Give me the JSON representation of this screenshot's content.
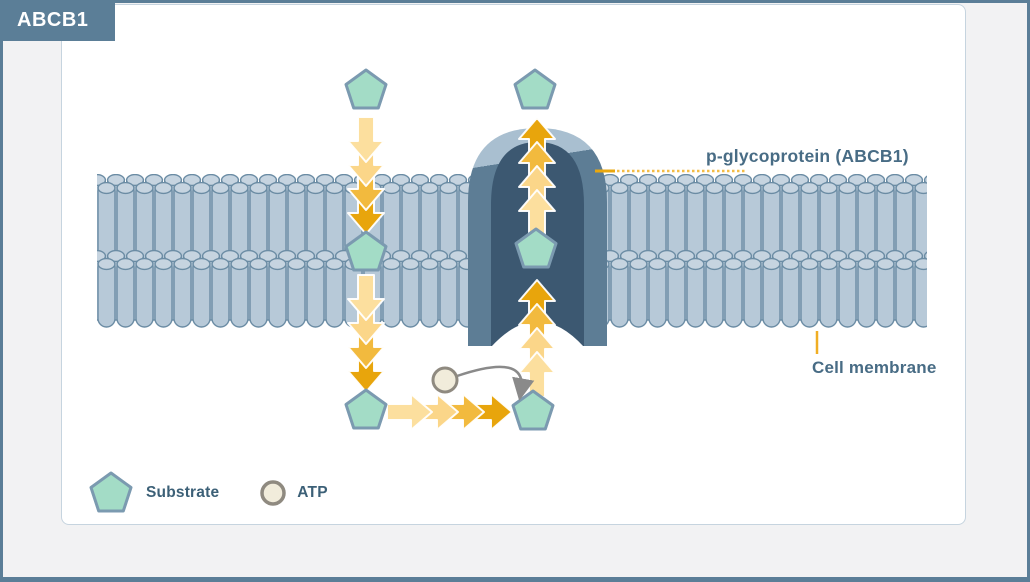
{
  "window": {
    "title": "ABCB1"
  },
  "diagram": {
    "labels": {
      "protein": "p-glycoprotein (ABCB1)",
      "cell_membrane": "Cell membrane"
    },
    "legend": {
      "substrate": {
        "icon": "substrate-pentagon-icon",
        "label": "Substrate"
      },
      "atp": {
        "icon": "atp-circle-icon",
        "label": "ATP"
      }
    },
    "colors": {
      "accent_slate": "#5b7e97",
      "page_background": "#f2f2f3",
      "card_background": "#ffffff",
      "membrane_fill": "#b7c9d8",
      "membrane_cap_fill": "#c6d4e0",
      "membrane_stroke": "#6b8ca4",
      "transporter_outer_light": "#a9bfd0",
      "transporter_outer_dark": "#5d7d95",
      "transporter_cavity": "#3c5871",
      "substrate_fill": "#a3dcc6",
      "substrate_stroke": "#7b9ab0",
      "arrow_lightest": "#fcdf9e",
      "arrow_light": "#fbd689",
      "arrow_medium": "#f2ba3e",
      "arrow_dark": "#e8a50c",
      "atp_fill": "#f1ecdb",
      "atp_stroke": "#8f8a80",
      "gray_arrow": "#8a8a8a",
      "label_text": "#486c85",
      "leader_line_solid": "#e9a70e",
      "leader_line_dotted": "#f3bc45"
    }
  }
}
